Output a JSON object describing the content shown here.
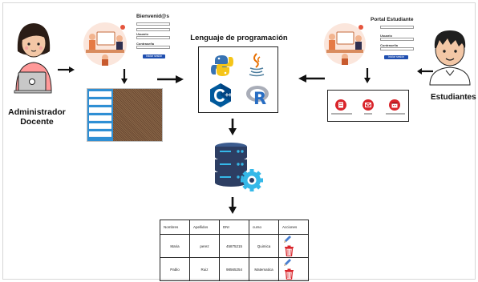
{
  "titles": {
    "language": "Lenguaje de programación",
    "admin_welcome": "Bienvenid@s",
    "student_portal": "Portal Estudiante"
  },
  "roles": {
    "admin_line1": "Administrador",
    "admin_line2": "Docente",
    "student": "Estudiantes"
  },
  "login_form": {
    "user_label": "Usuario",
    "password_label": "Contraseña",
    "button": "Iniciar sesión"
  },
  "table": {
    "headers": [
      "Nombres",
      "Apellidos",
      "DNI",
      "curso",
      "Acciones"
    ],
    "rows": [
      {
        "nombre": "Maria",
        "apellido": "perez",
        "dni": "45875215",
        "curso": "Quimica"
      },
      {
        "nombre": "Pablo",
        "apellido": "Ruiz",
        "dni": "98565254",
        "curso": "Matematica"
      }
    ]
  },
  "icons": {
    "languages": [
      "python-logo",
      "java-logo",
      "cplusplus-logo",
      "r-logo"
    ],
    "actions": [
      "pencil-icon",
      "trash-icon"
    ],
    "database": "database-gear-icon"
  },
  "colors": {
    "arrow": "#111111",
    "student_icon_red": "#d9252b",
    "form_button": "#1f4fb0",
    "sidebar_blue": "#2f8fd4",
    "edit_blue": "#4a7fd0",
    "delete_red": "#d9252b",
    "db_dark": "#2d3e63",
    "db_cyan": "#35b8e8"
  }
}
